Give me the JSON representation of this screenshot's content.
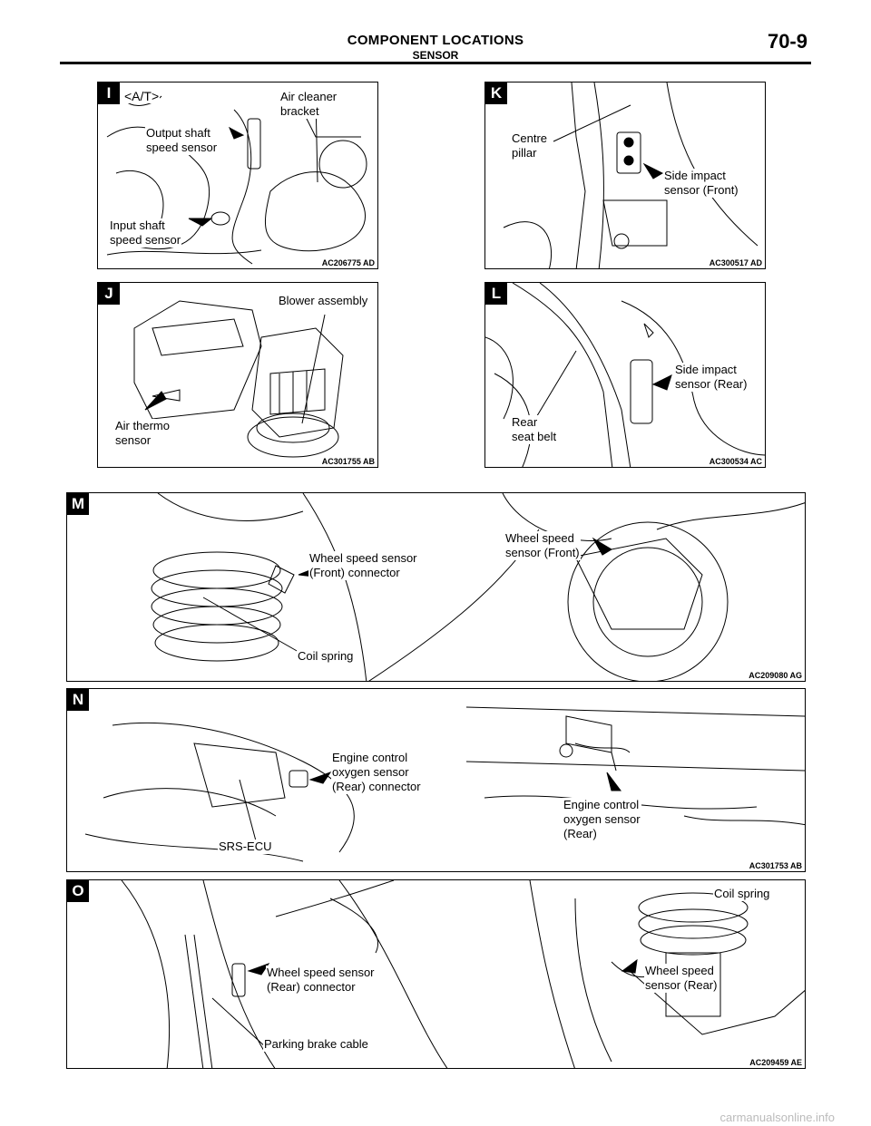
{
  "header": {
    "title": "COMPONENT LOCATIONS",
    "subtitle": "SENSOR",
    "page_number": "70-9"
  },
  "panels": {
    "I": {
      "letter": "I",
      "labels": {
        "at": "<A/T>",
        "air_cleaner": "Air cleaner\nbracket",
        "output_shaft": "Output shaft\nspeed sensor",
        "input_shaft": "Input shaft\nspeed sensor"
      },
      "code": "AC206775 AD"
    },
    "K": {
      "letter": "K",
      "labels": {
        "centre_pillar": "Centre\npillar",
        "side_impact_front": "Side impact\nsensor (Front)"
      },
      "code": "AC300517 AD"
    },
    "J": {
      "letter": "J",
      "labels": {
        "blower": "Blower assembly",
        "air_thermo": "Air thermo\nsensor"
      },
      "code": "AC301755 AB"
    },
    "L": {
      "letter": "L",
      "labels": {
        "side_impact_rear": "Side impact\nsensor (Rear)",
        "rear_seat_belt": "Rear\nseat belt"
      },
      "code": "AC300534 AC"
    },
    "M": {
      "letter": "M",
      "labels": {
        "wss_front_connector": "Wheel speed sensor\n(Front) connector",
        "wss_front": "Wheel speed\nsensor (Front)",
        "coil_spring": "Coil spring"
      },
      "code": "AC209080 AG"
    },
    "N": {
      "letter": "N",
      "labels": {
        "o2_rear_connector": "Engine control\noxygen sensor\n(Rear) connector",
        "o2_rear": "Engine control\noxygen sensor\n(Rear)",
        "srs_ecu": "SRS-ECU"
      },
      "code": "AC301753 AB"
    },
    "O": {
      "letter": "O",
      "labels": {
        "coil_spring": "Coil spring",
        "wss_rear_connector": "Wheel speed sensor\n(Rear) connector",
        "wss_rear": "Wheel speed\nsensor (Rear)",
        "parking_brake": "Parking brake cable"
      },
      "code": "AC209459 AE"
    }
  },
  "footer": {
    "watermark": "carmanualsonline.info"
  }
}
